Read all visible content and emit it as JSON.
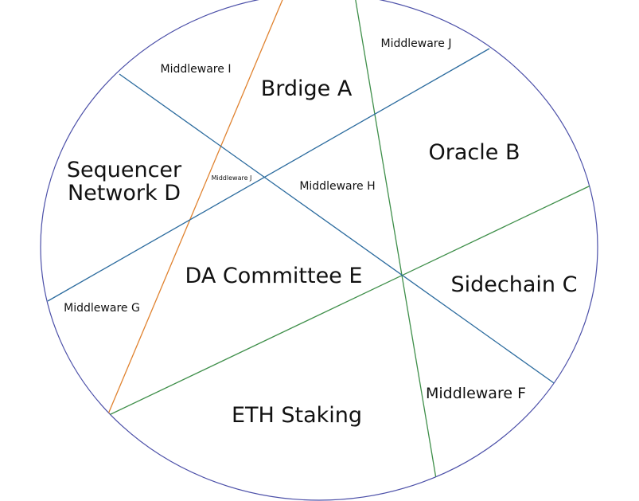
{
  "colors": {
    "circle": "#4b4fa8",
    "blue_lines": "#2b6b9e",
    "green_lines": "#3f8f4a",
    "orange_line": "#e0822f"
  },
  "regions": {
    "bridge_a": "Brdige A",
    "oracle_b": "Oracle B",
    "sidechain_c": "Sidechain C",
    "sequencer_d_line1": "Sequencer",
    "sequencer_d_line2": "Network D",
    "da_committee_e": "DA Committee E",
    "eth_staking": "ETH Staking"
  },
  "middleware": {
    "f": "Middleware F",
    "g": "Middleware G",
    "h": "Middleware H",
    "i": "Middleware I",
    "j_top": "Middleware J",
    "j_small": "Middleware J"
  }
}
